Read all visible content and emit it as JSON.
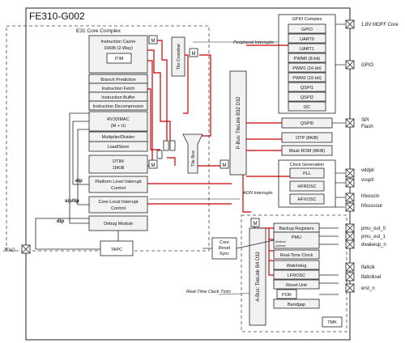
{
  "chip": {
    "title": "FE310-G002"
  },
  "core": {
    "title": "E31 Core Complex",
    "icache": "Instruction Cache",
    "icache_size": "16KiB (2-Way)",
    "itim": "ITIM",
    "branch": "Branch Prediction",
    "fetch": "Instruction Fetch",
    "buffer": "Instruction Buffer",
    "decompress": "Instruction Decompressor",
    "isa": "RV32IMAC",
    "isa_ext": "(M + U)",
    "muldiv": "Multiplier/Divider",
    "loadstore": "Load/Store",
    "dtim": "DTIM",
    "dtim_size": "16KiB",
    "tile_crossbar": "Tile Crossbar",
    "tile_bus": "Tile Bus",
    "plic": "Platform Level Interrupt",
    "plic2": "Control",
    "clic": "Core-Local Interrupt",
    "clic2": "Control",
    "debug": "Debug Module",
    "tapc": "TAPC",
    "sig_eip": "eip",
    "sig_siptip": "sip/tip",
    "sig_dip": "dip",
    "m": "M"
  },
  "pbus": {
    "label": "P-Bus: TileLink B32 D32"
  },
  "abus": {
    "label": "A-Bus: TileLink B4 D32"
  },
  "annotations": {
    "peripheral_interrupts": "Peripheral Interrupts",
    "aon_interrupts": "AON Interrupts",
    "rtc_ticks": "Real-Time Clock Ticks"
  },
  "gpio_complex": {
    "title": "GPIO Complex",
    "items": [
      "GPIO",
      "UART0",
      "UART1",
      "PWM0 (8-bit)",
      "PWM1 (16-bit)",
      "PWM2 (16-bit)",
      "QSPI1",
      "QSPI2",
      "I2C"
    ]
  },
  "peripherals": {
    "qspi0": "QSPI0",
    "otp": "OTP (8KiB)",
    "mask_rom": "Mask ROM (8KiB)"
  },
  "clockgen": {
    "title": "Clock Generation",
    "pll": "PLL",
    "hfrosc": "HFROSC",
    "hfxosc": "HFXOSC"
  },
  "reset_sync": {
    "line1": "Core",
    "line2": "Reset",
    "line3": "Sync"
  },
  "aon": {
    "backup": "Backup Registers",
    "pmu": "PMU",
    "pmu_sig1": "hfclkrst",
    "pmu_sig2": "corerst",
    "rtc": "Real-Time Clock",
    "watchdog": "Watchdog",
    "lfrosc": "LFROSC",
    "reset_unit": "Reset Unit",
    "por": "POR",
    "bandgap": "Bandgap",
    "tmk": "TMK"
  },
  "pins": {
    "moff": "1.8V MOFF Core",
    "gpio": "GPIO",
    "spi1": "SPI",
    "spi2": "Flash",
    "vddpll": "vddpll",
    "vsspll": "vsspll",
    "hfxoscin": "hfxoscin",
    "hfxoscout": "hfxoscout",
    "pmu_out_0": "pmu_out_0",
    "pmu_out_1": "pmu_out_1",
    "dwakeup": "dwakeup_n",
    "lfaltclk": "lfaltclk",
    "lfaltclksel": "lfaltclksel",
    "erst": "erst_n",
    "jtag": "JTAG"
  },
  "colors": {
    "interconnect": "#cc0000",
    "box_fill": "#f2f2f2",
    "stroke": "#222222"
  }
}
